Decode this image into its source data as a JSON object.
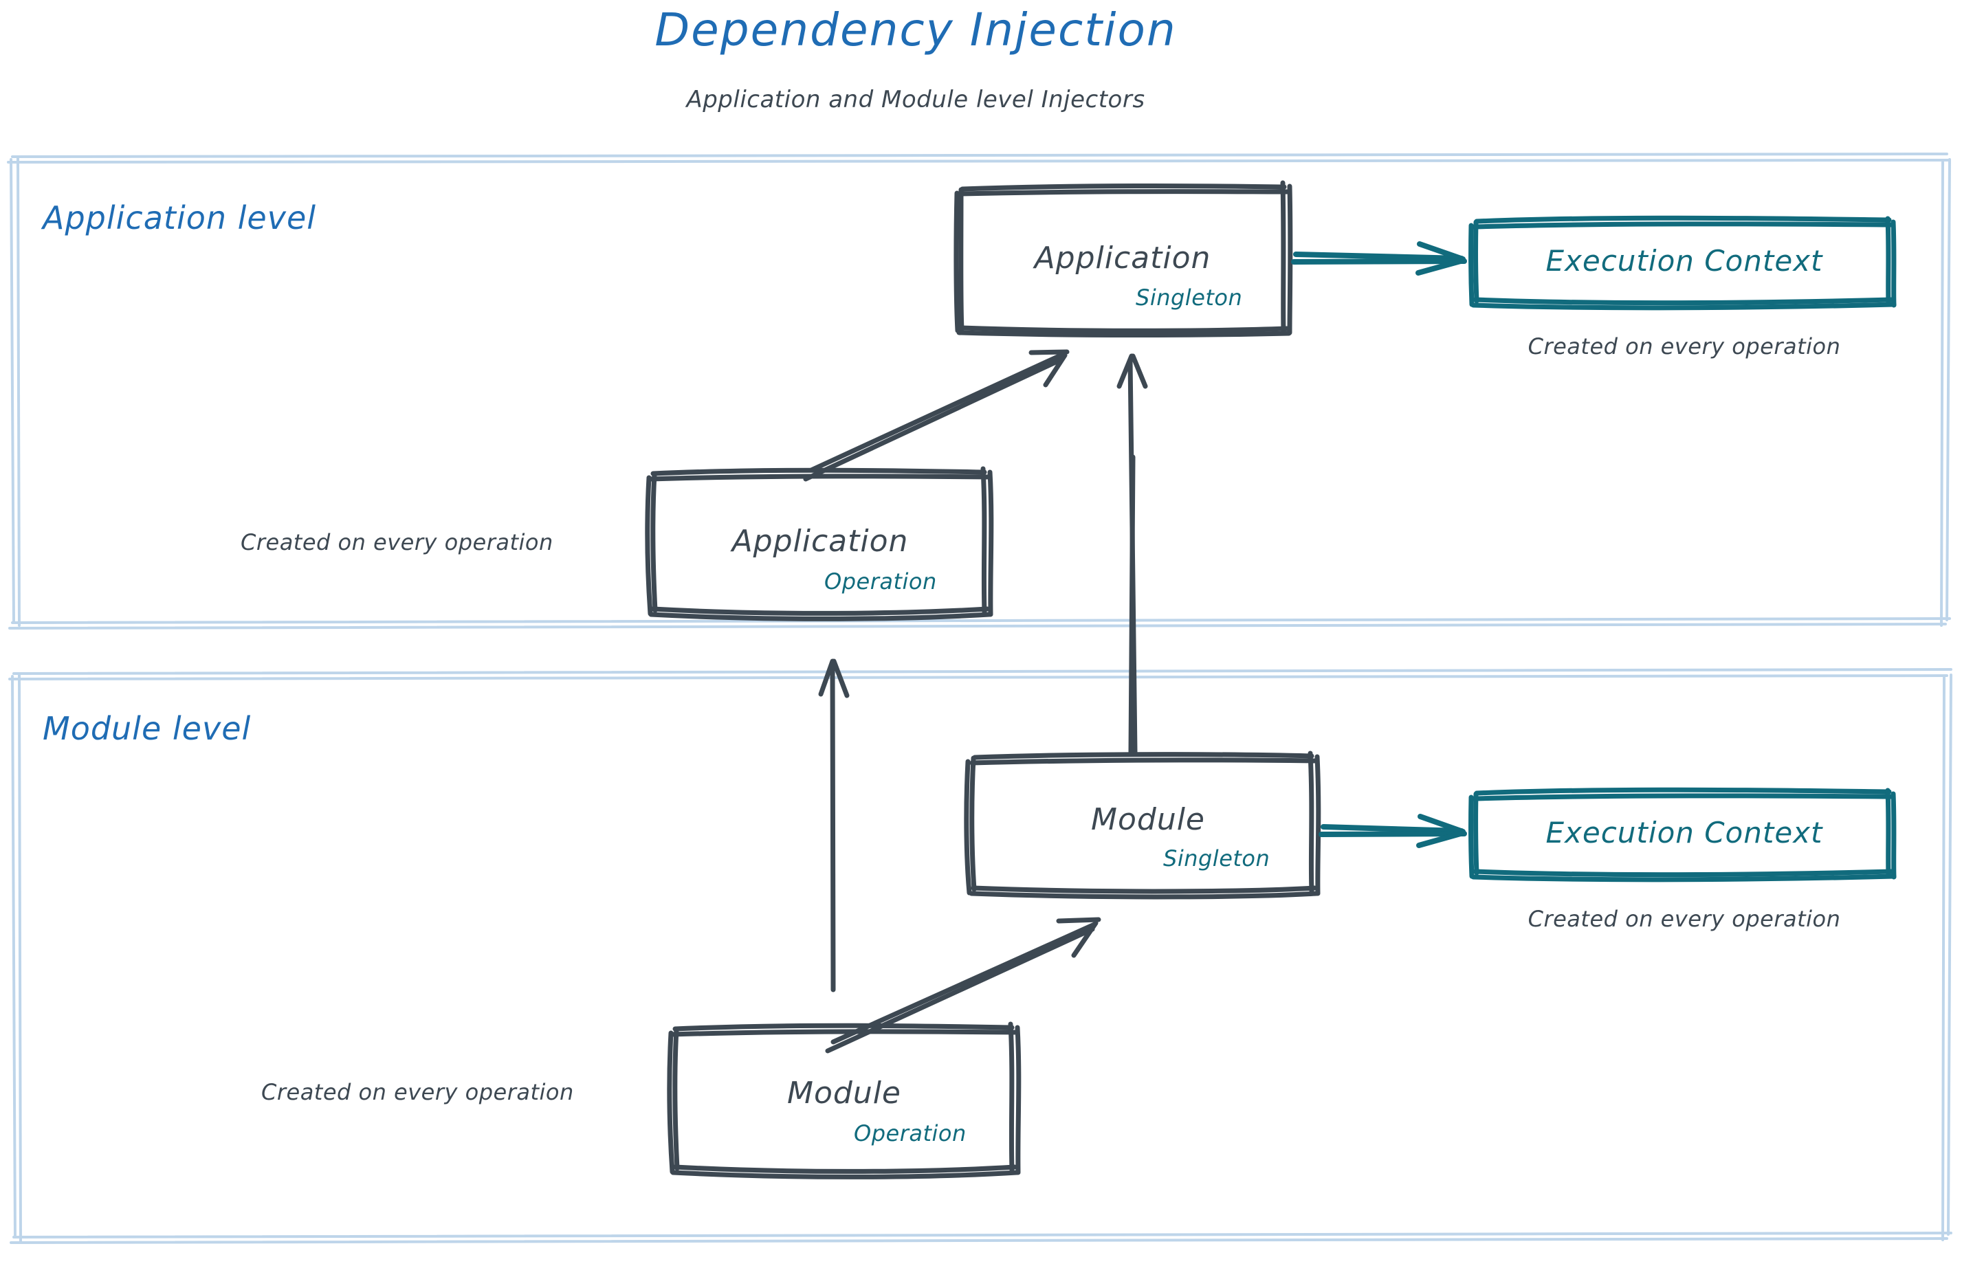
{
  "header": {
    "title": "Dependency Injection",
    "subtitle": "Application and Module level Injectors"
  },
  "colors": {
    "title_blue": "#1f6cb4",
    "zone_border": "#bed5ea",
    "box_stroke": "#3d4852",
    "text_dark": "#3d4852",
    "teal": "#116b7d",
    "background": "#ffffff"
  },
  "zones": [
    {
      "id": "application-level",
      "label": "Application level",
      "nodes": [
        {
          "id": "application-singleton",
          "title": "Application",
          "badge": "Singleton",
          "style": "sketch-box"
        },
        {
          "id": "application-execution-context",
          "title": "Execution Context",
          "badge": "",
          "style": "teal-box",
          "caption": "Created on every operation"
        },
        {
          "id": "application-operation",
          "title": "Application",
          "badge": "Operation",
          "style": "sketch-box",
          "caption": "Created on every operation"
        }
      ]
    },
    {
      "id": "module-level",
      "label": "Module level",
      "nodes": [
        {
          "id": "module-singleton",
          "title": "Module",
          "badge": "Singleton",
          "style": "sketch-box"
        },
        {
          "id": "module-execution-context",
          "title": "Execution Context",
          "badge": "",
          "style": "teal-box",
          "caption": "Created on every operation"
        },
        {
          "id": "module-operation",
          "title": "Module",
          "badge": "Operation",
          "style": "sketch-box",
          "caption": "Created on every operation"
        }
      ]
    }
  ],
  "edges": [
    {
      "id": "app-operation-to-app-singleton",
      "from": "application-operation",
      "to": "application-singleton",
      "color": "#3d4852",
      "kind": "diagonal"
    },
    {
      "id": "app-singleton-to-app-context",
      "from": "application-singleton",
      "to": "application-execution-context",
      "color": "#116b7d",
      "kind": "horizontal"
    },
    {
      "id": "module-singleton-to-app-singleton",
      "from": "module-singleton",
      "to": "application-singleton",
      "color": "#3d4852",
      "kind": "vertical-long"
    },
    {
      "id": "module-operation-to-app-operation",
      "from": "module-operation",
      "to": "application-operation",
      "color": "#3d4852",
      "kind": "vertical-long"
    },
    {
      "id": "module-operation-to-module-singleton",
      "from": "module-operation",
      "to": "module-singleton",
      "color": "#3d4852",
      "kind": "diagonal"
    },
    {
      "id": "module-singleton-to-module-context",
      "from": "module-singleton",
      "to": "module-execution-context",
      "color": "#116b7d",
      "kind": "horizontal"
    }
  ]
}
